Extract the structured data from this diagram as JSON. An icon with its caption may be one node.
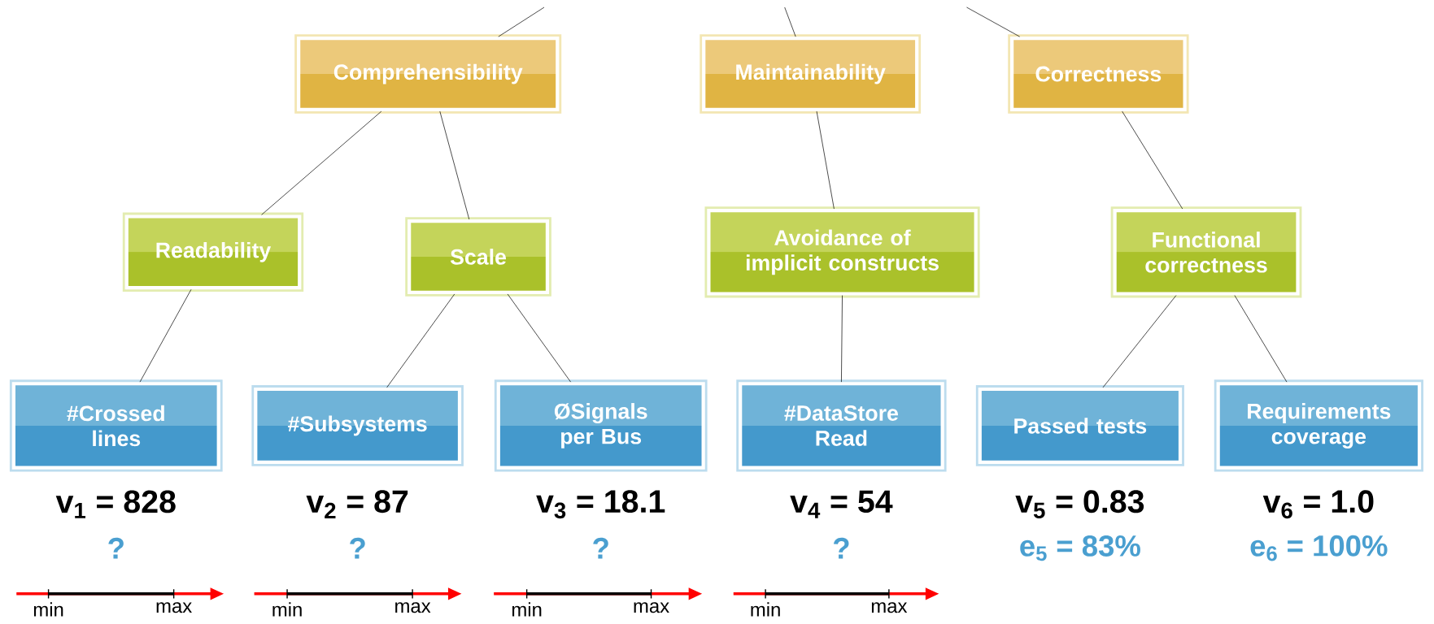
{
  "diagram": {
    "nodes": [
      {
        "text": [
          "Comprehensibility"
        ]
      },
      {
        "text": [
          "Maintainability"
        ]
      },
      {
        "text": [
          "Correctness"
        ]
      },
      {
        "text": [
          "Readability"
        ]
      },
      {
        "text": [
          "Scale"
        ]
      },
      {
        "text": [
          "Avoidance of implicit constructs"
        ]
      },
      {
        "text": [
          "Functional correctness"
        ]
      },
      {
        "text": [
          "#Crossed lines"
        ],
        "beside": [
          "v$_{1}$ = 828",
          "?"
        ]
      },
      {
        "text": [
          "#Subsystems"
        ],
        "beside": [
          "v$_{2}$ = 87",
          "?"
        ]
      },
      {
        "text": [
          "ØSignals per Bus"
        ],
        "beside": [
          "v$_{3}$ = 18.1",
          "?"
        ]
      },
      {
        "text": [
          "#DataStore Read"
        ],
        "beside": [
          "v$_{4}$ = 54",
          "?"
        ]
      },
      {
        "text": [
          "Passed tests"
        ],
        "beside": [
          "v$_{5}$ = 0.83",
          "e$_{5}$ = 83%"
        ]
      },
      {
        "text": [
          "Requirements coverage"
        ],
        "beside": [
          "v$_{6}$ = 1.0",
          "e$_{6}$ = 100%"
        ]
      }
    ],
    "edges": [
      {
        "from": null,
        "to": 0,
        "arrow": "none"
      },
      {
        "from": null,
        "to": 1,
        "arrow": "none"
      },
      {
        "from": null,
        "to": 2,
        "arrow": "none"
      },
      {
        "from": 0,
        "to": 3,
        "arrow": "none"
      },
      {
        "from": 0,
        "to": 4,
        "arrow": "none"
      },
      {
        "from": 1,
        "to": 5,
        "arrow": "none"
      },
      {
        "from": 2,
        "to": 6,
        "arrow": "none"
      },
      {
        "from": 3,
        "to": 7,
        "arrow": "none"
      },
      {
        "from": 4,
        "to": 8,
        "arrow": "none"
      },
      {
        "from": 4,
        "to": 9,
        "arrow": "none"
      },
      {
        "from": 5,
        "to": 10,
        "arrow": "none"
      },
      {
        "from": 6,
        "to": 11,
        "arrow": "none"
      },
      {
        "from": 6,
        "to": 12,
        "arrow": "none"
      }
    ],
    "labels": [
      "min",
      "max",
      "min",
      "max",
      "min",
      "max",
      "min",
      "max"
    ]
  }
}
